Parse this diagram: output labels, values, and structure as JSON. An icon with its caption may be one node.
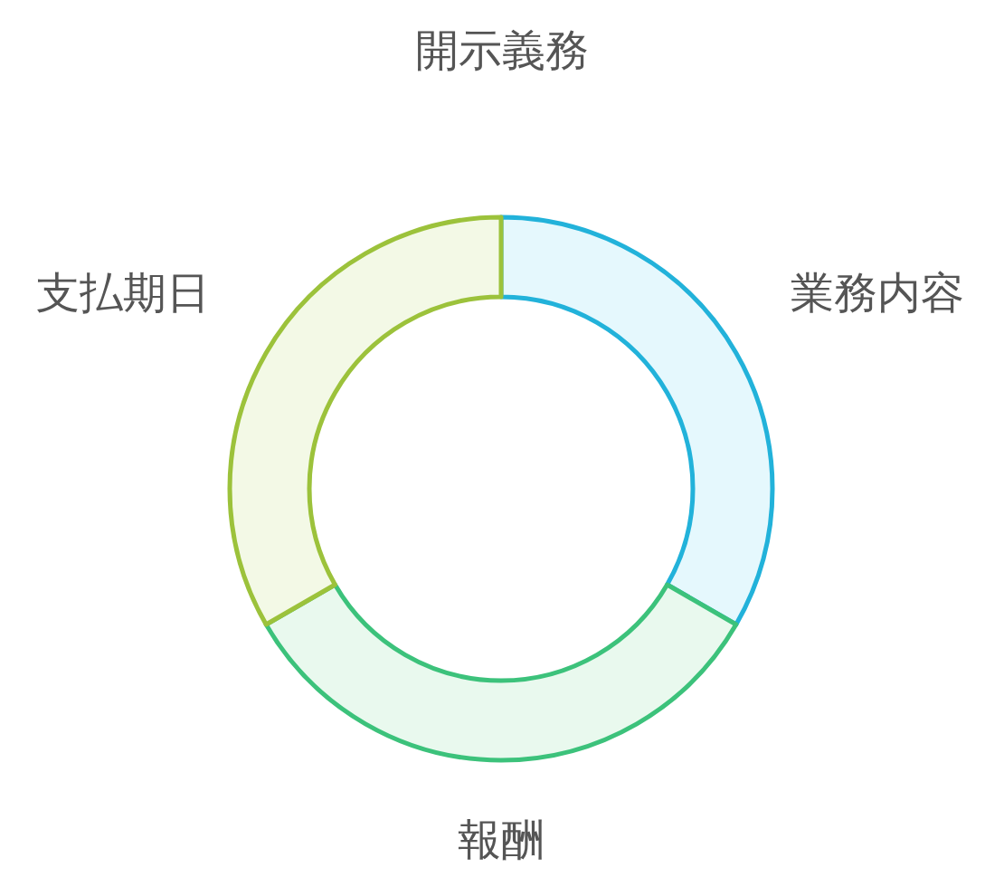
{
  "diagram": {
    "title": "開示義務",
    "nodes": [
      {
        "text": [
          "業務内容"
        ]
      },
      {
        "text": [
          "報酬"
        ]
      },
      {
        "text": [
          "支払期日"
        ]
      }
    ]
  }
}
